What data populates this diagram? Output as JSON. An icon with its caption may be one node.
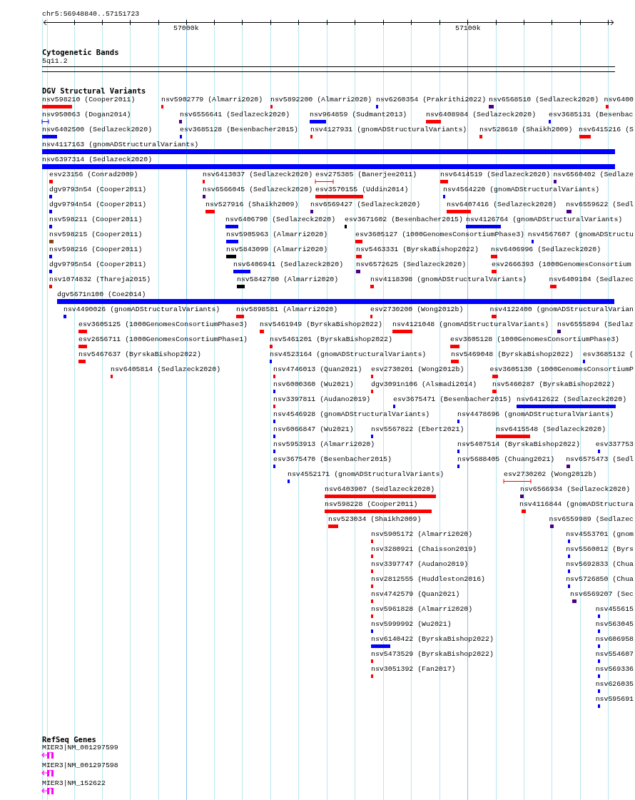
{
  "diagram": {
    "labels": [
      "chr5:56948840..57151723",
      "57000k",
      "57100k",
      "Cytogenetic Bands",
      "5q11.2",
      "DGV Structural Variants",
      "nsv598210 (Cooper2011)",
      "nsv5902779 (Almarri2020)",
      "nsv5892200 (Almarri2020)",
      "nsv6260354 (Prakrithi2022)",
      "nsv6568510 (Sedlazeck2020)",
      "nsv6400",
      "nsv950063 (Dogan2014)",
      "nsv6556641 (Sedlazeck2020)",
      "nsv964859 (Sudmant2013)",
      "nsv6408984 (Sedlazeck2020)",
      "esv3685131 (Besenbac",
      "nsv6402500 (Sedlazeck2020)",
      "esv3685128 (Besenbacher2015)",
      "nsv4127931 (gnomADStructuralVariants)",
      "nsv528610 (Shaikh2009)",
      "nsv6415216 (S",
      "nsv4117163 (gnomADStructuralVariants)",
      "nsv6397314 (Sedlazeck2020)",
      "esv23156 (Conrad2009)",
      "nsv6413037 (Sedlazeck2020)",
      "esv275385 (Banerjee2011)",
      "nsv6414519 (Sedlazeck2020)",
      "nsv6560402 (Sedlaze",
      "dgv9793n54 (Cooper2011)",
      "nsv6566045 (Sedlazeck2020)",
      "esv3570155 (Uddin2014)",
      "nsv4564220 (gnomADStructuralVariants)",
      "dgv9794n54 (Cooper2011)",
      "nsv527916 (Shaikh2009)",
      "nsv6569427 (Sedlazeck2020)",
      "nsv6407416 (Sedlazeck2020)",
      "nsv6559622 (Sedl",
      "nsv598211 (Cooper2011)",
      "nsv6406790 (Sedlazeck2020)",
      "esv3671602 (Besenbacher2015)",
      "nsv4126764 (gnomADStructuralVariants)",
      "nsv598215 (Cooper2011)",
      "nsv5905963 (Almarri2020)",
      "esv3605127 (1000GenomesConsortiumPhase3)",
      "nsv4567607 (gnomADStructu",
      "nsv598216 (Cooper2011)",
      "nsv5843099 (Almarri2020)",
      "nsv5463331 (ByrskaBishop2022)",
      "nsv6406996 (Sedlazeck2020)",
      "dgv9795n54 (Cooper2011)",
      "nsv6406941 (Sedlazeck2020)",
      "nsv6572625 (Sedlazeck2020)",
      "esv2666393 (1000GenomesConsortium",
      "nsv1074832 (Thareja2015)",
      "nsv5842780 (Almarri2020)",
      "nsv4118398 (gnomADStructuralVariants)",
      "nsv6409104 (Sedlazec",
      "dgv5671n100 (Coe2014)",
      "nsv4490026 (gnomADStructuralVariants)",
      "nsv5898581 (Almarri2020)",
      "esv2730200 (Wong2012b)",
      "nsv4122400 (gnomADStructuralVarian",
      "esv3605125 (1000GenomesConsortiumPhase3)",
      "nsv5461949 (ByrskaBishop2022)",
      "nsv4121048 (gnomADStructuralVariants)",
      "nsv6555894 (Sedlaz",
      "esv2656711 (1000GenomesConsortiumPhase1)",
      "nsv5461201 (ByrskaBishop2022)",
      "esv3605128 (1000GenomesConsortiumPhase3)",
      "nsv5467637 (ByrskaBishop2022)",
      "nsv4523164 (gnomADStructuralVariants)",
      "nsv5469048 (ByrskaBishop2022)",
      "esv3685132 (",
      "nsv6405814 (Sedlazeck2020)",
      "nsv4746013 (Quan2021)",
      "esv2730201 (Wong2012b)",
      "esv3605130 (1000GenomesConsortiumP",
      "nsv6000360 (Wu2021)",
      "dgv3091n106 (Alsmadi2014)",
      "nsv5460287 (ByrskaBishop2022)",
      "nsv3397811 (Audano2019)",
      "esv3675471 (Besenbacher2015)",
      "nsv6412622 (Sedlazeck2020)",
      "nsv4546928 (gnomADStructuralVariants)",
      "nsv4478696 (gnomADStructuralVariants)",
      "nsv6066847 (Wu2021)",
      "nsv5567822 (Ebert2021)",
      "nsv6415548 (Sedlazeck2020)",
      "nsv5953913 (Almarri2020)",
      "nsv5407514 (ByrskaBishop2022)",
      "esv337753",
      "esv3675470 (Besenbacher2015)",
      "nsv5688405 (Chuang2021)",
      "nsv6575473 (Sedl",
      "nsv4552171 (gnomADStructuralVariants)",
      "esv2730202 (Wong2012b)",
      "nsv6403907 (Sedlazeck2020)",
      "nsv6566934 (Sedlazeck2020)",
      "nsv598228 (Cooper2011)",
      "nsv4116844 (gnomADStructura",
      "nsv523034 (Shaikh2009)",
      "nsv6559989 (Sedlazec",
      "nsv5905172 (Almarri2020)",
      "nsv4553701 (gnom",
      "nsv3280921 (Chaisson2019)",
      "nsv5560012 (Byrs",
      "nsv3397747 (Audano2019)",
      "nsv5692833 (Chua",
      "nsv2812555 (Huddleston2016)",
      "nsv5726850 (Chua",
      "nsv4742579 (Quan2021)",
      "nsv6569207 (Sec",
      "nsv5961828 (Almarri2020)",
      "nsv455615",
      "nsv5999992 (Wu2021)",
      "nsv563045",
      "nsv6140422 (ByrskaBishop2022)",
      "nsv606958",
      "nsv5473529 (ByrskaBishop2022)",
      "nsv554607",
      "nsv3051392 (Fan2017)",
      "nsv569336",
      "nsv626035",
      "nsv595691",
      "RefSeq Genes",
      "MIER3|NM_001297599",
      "MIER3|NM_001297598",
      "MIER3|NM_152622"
    ]
  }
}
